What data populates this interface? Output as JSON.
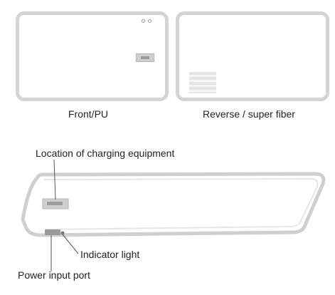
{
  "figure": {
    "views": [
      {
        "caption": "Front/PU"
      },
      {
        "caption": "Reverse / super fiber"
      }
    ],
    "callouts": {
      "location": "Location of charging equipment",
      "indicator": "Indicator light",
      "power": "Power input port"
    }
  },
  "colors": {
    "pad_border": "#d4d4d4",
    "line": "#555555",
    "text": "#222222"
  }
}
